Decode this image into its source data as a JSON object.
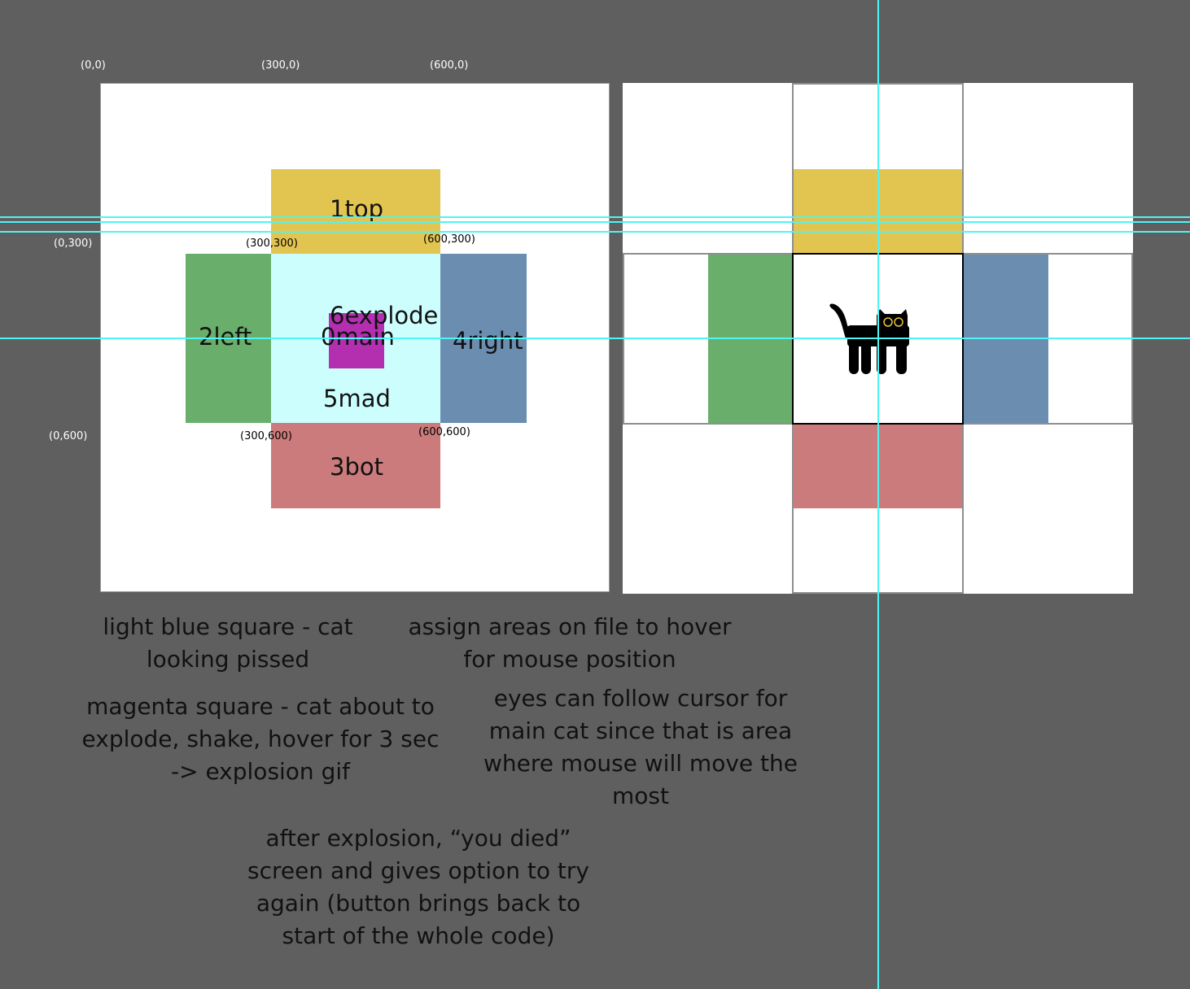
{
  "coords": {
    "c00": "(0,0)",
    "c300_0": "(300,0)",
    "c600_0": "(600,0)",
    "c0_300": "(0,300)",
    "c0_600": "(0,600)",
    "c300_300": "(300,300)",
    "c600_300": "(600,300)",
    "c300_600": "(300,600)",
    "c600_600": "(600,600)"
  },
  "zones": {
    "top": "1top",
    "left": "2left",
    "right": "4right",
    "bottom": "3bot",
    "mad": "5mad",
    "explode": "6explode",
    "main": "0main"
  },
  "colors": {
    "background": "#5f5f5f",
    "top": "#e2c551",
    "left": "#69ae6a",
    "right": "#6a8db0",
    "bottom": "#cb7b7b",
    "center_light_blue": "#ccfefe",
    "magenta": "#b32fb0",
    "guide_cyan": "#4ff4f4",
    "cat": "#000000",
    "cat_eyes": "#e6c63a"
  },
  "notes": {
    "light_blue": "light blue square - cat\nlooking pissed",
    "assign_areas": "assign areas on file to hover\nfor mouse position",
    "magenta": "magenta square - cat about to\nexplode, shake, hover for 3 sec\n-> explosion gif",
    "eyes": "eyes can follow cursor for\nmain cat since that is area\nwhere mouse will move the\nmost",
    "after_explosion": "after explosion, “you died”\nscreen and gives option to try\nagain (button brings back to\nstart of the whole code)"
  },
  "icons": {
    "cat": "black-cat-icon"
  }
}
